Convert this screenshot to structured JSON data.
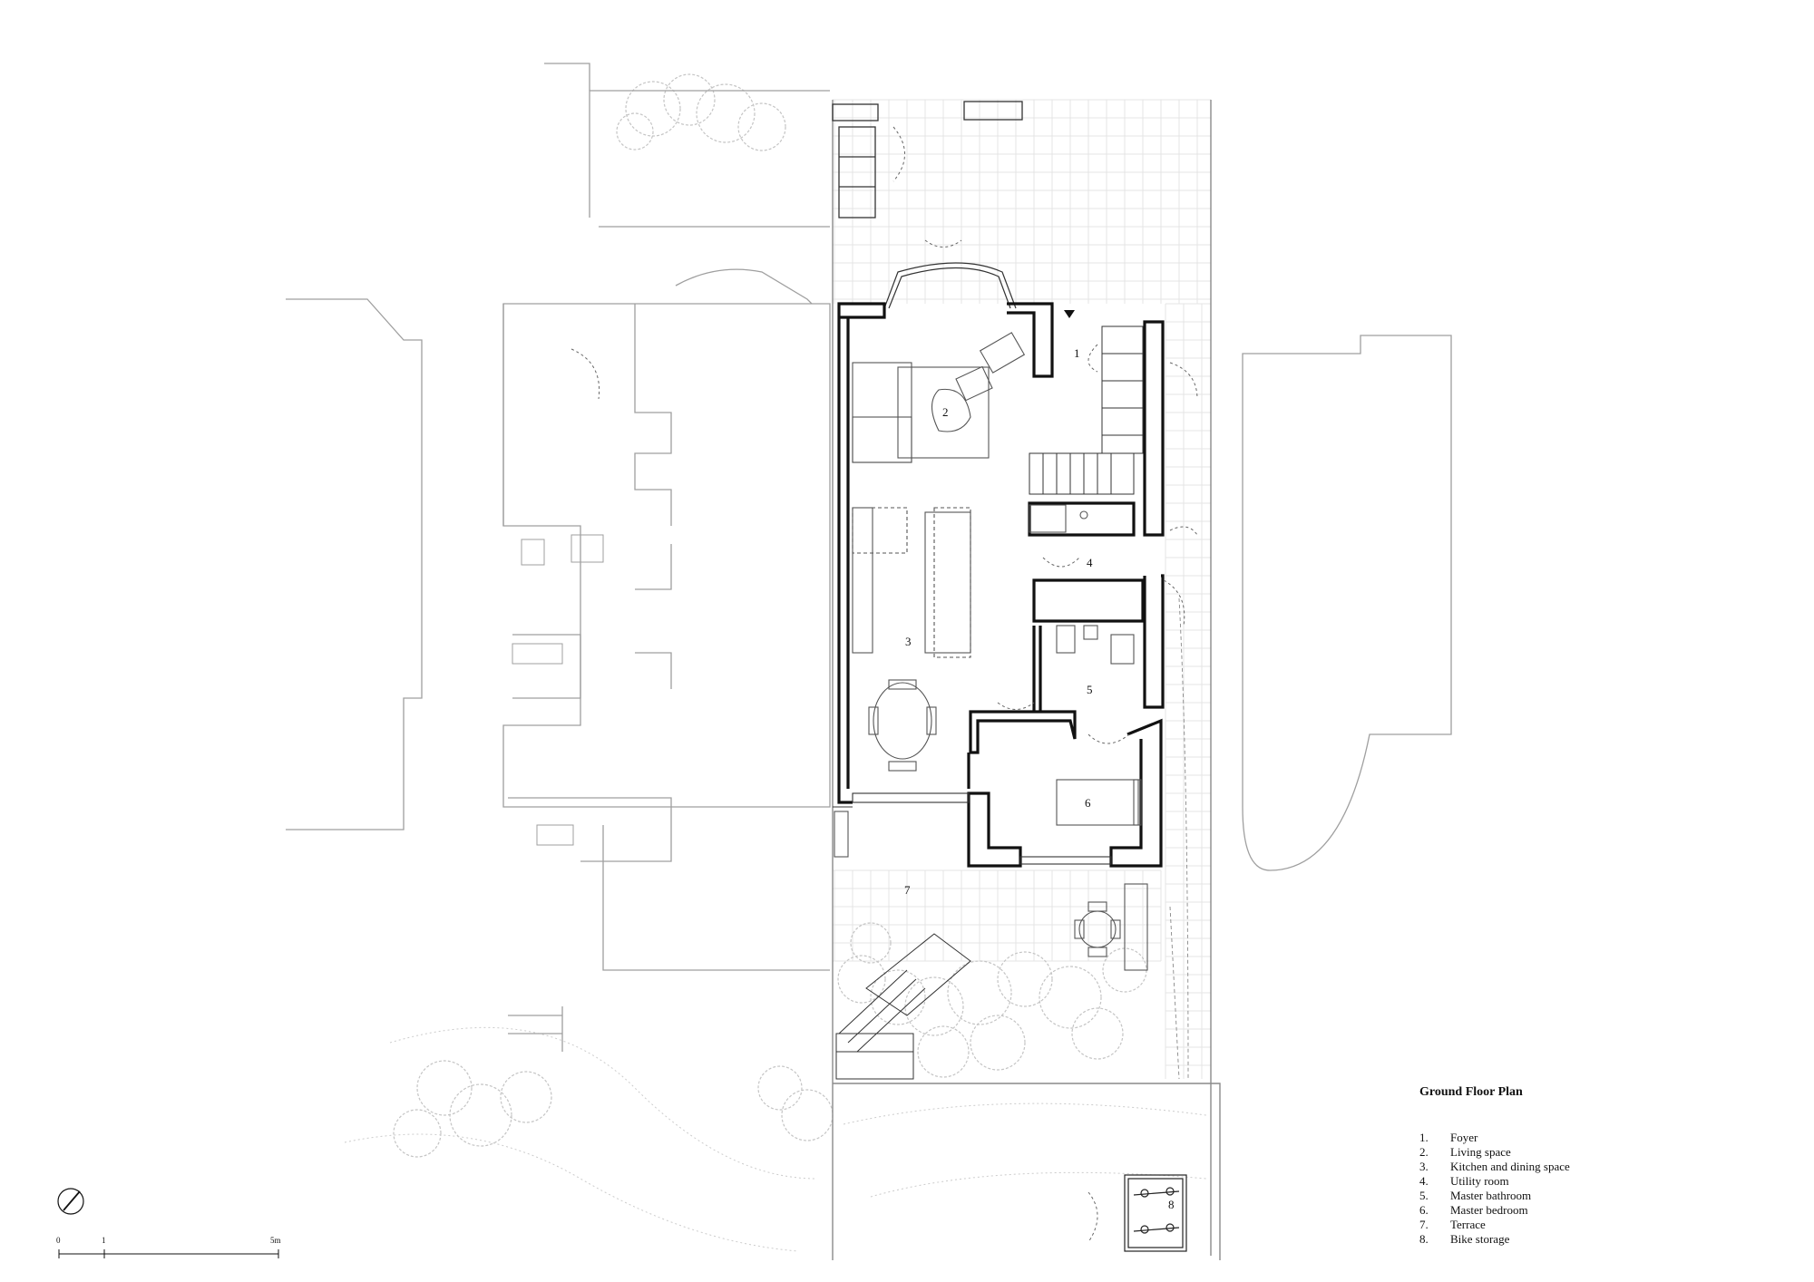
{
  "title": "Ground Floor Plan",
  "legend": [
    {
      "num": "1.",
      "label": "Foyer"
    },
    {
      "num": "2.",
      "label": "Living space"
    },
    {
      "num": "3.",
      "label": "Kitchen and dining space"
    },
    {
      "num": "4.",
      "label": "Utility room"
    },
    {
      "num": "5.",
      "label": "Master bathroom"
    },
    {
      "num": "6.",
      "label": "Master bedroom"
    },
    {
      "num": "7.",
      "label": "Terrace"
    },
    {
      "num": "8.",
      "label": "Bike storage"
    }
  ],
  "room_labels": [
    "1",
    "2",
    "3",
    "4",
    "5",
    "6",
    "7",
    "8"
  ],
  "scale": {
    "start": "0",
    "mid": "1",
    "end": "5m"
  },
  "colors": {
    "wall": "#111111",
    "context": "#9a9a9a",
    "grid": "#e2e2e2",
    "tree": "#bdbdbd"
  }
}
